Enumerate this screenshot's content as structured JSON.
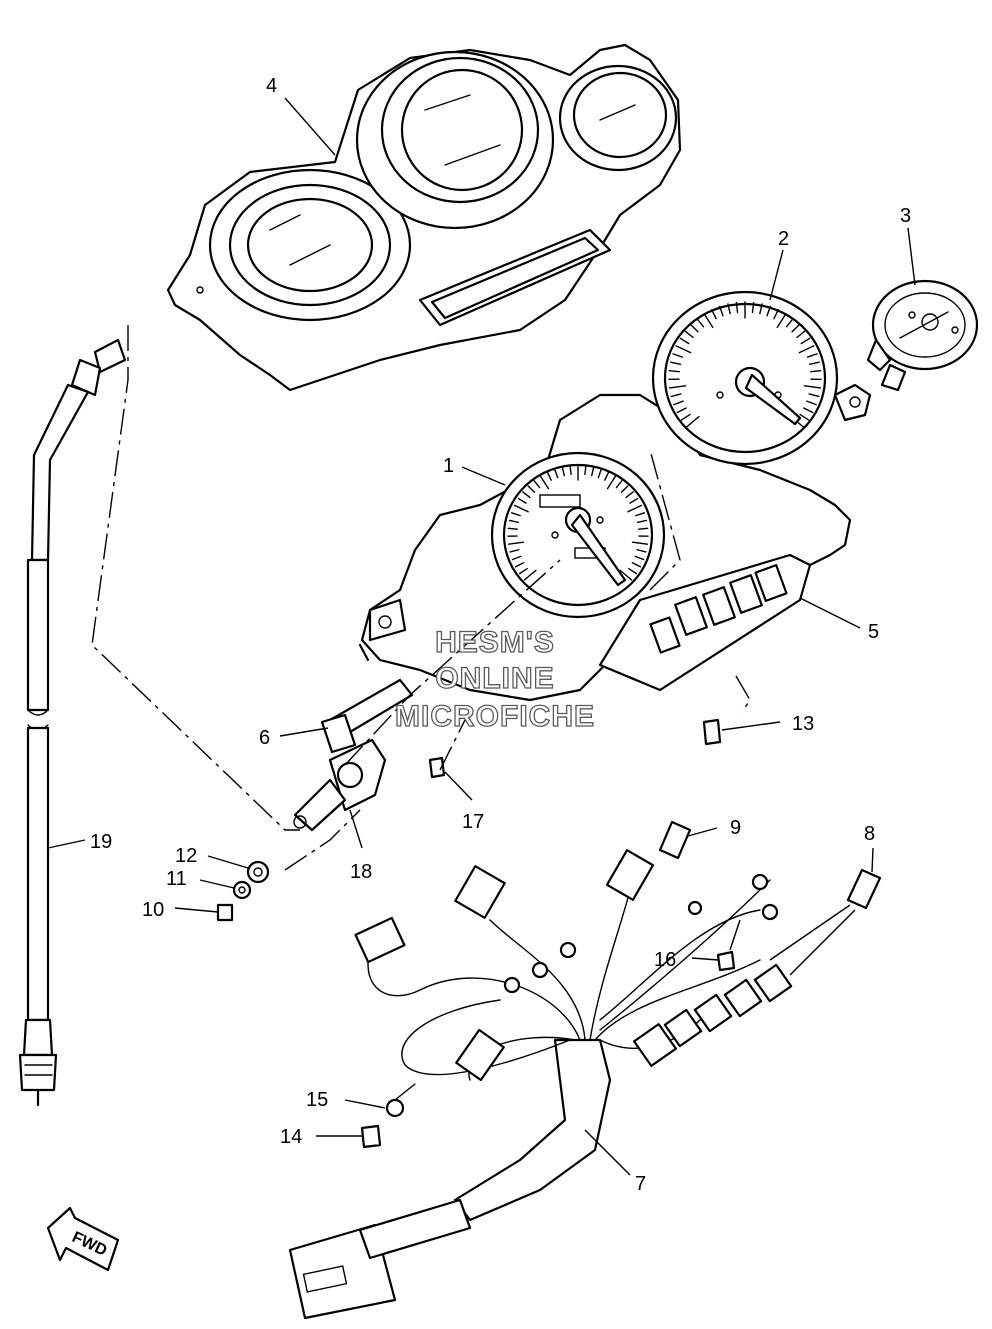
{
  "callouts": [
    "1",
    "2",
    "3",
    "4",
    "5",
    "6",
    "7",
    "8",
    "9",
    "10",
    "11",
    "12",
    "13",
    "14",
    "15",
    "16",
    "17",
    "18",
    "19"
  ],
  "watermark": [
    "HESM'S",
    "ONLINE",
    "MICROFICHE"
  ],
  "direction_arrow": "FWD"
}
